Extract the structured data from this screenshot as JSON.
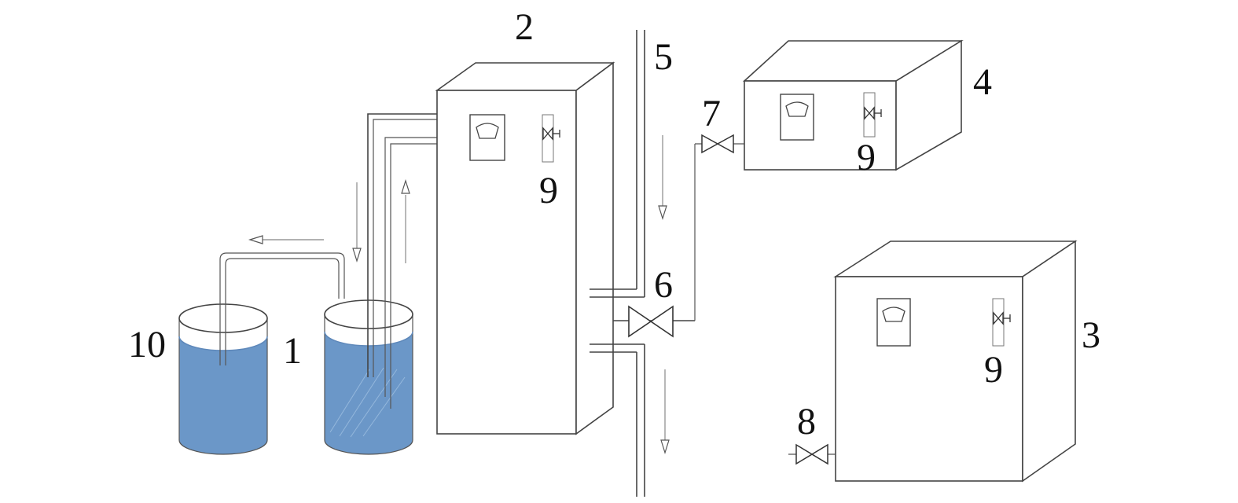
{
  "labels": {
    "tank_1": "1",
    "cabinet_2": "2",
    "box_3": "3",
    "box_4": "4",
    "pipe_5": "5",
    "valve_6": "6",
    "valve_7": "7",
    "valve_8": "8",
    "gauge_9_cabinet": "9",
    "gauge_9_box4": "9",
    "gauge_9_box3": "9",
    "tank_10": "10"
  },
  "colors": {
    "water": "#6b97c8",
    "water_dark": "#5e88ba",
    "outline": "#444444",
    "label": "#111111"
  }
}
